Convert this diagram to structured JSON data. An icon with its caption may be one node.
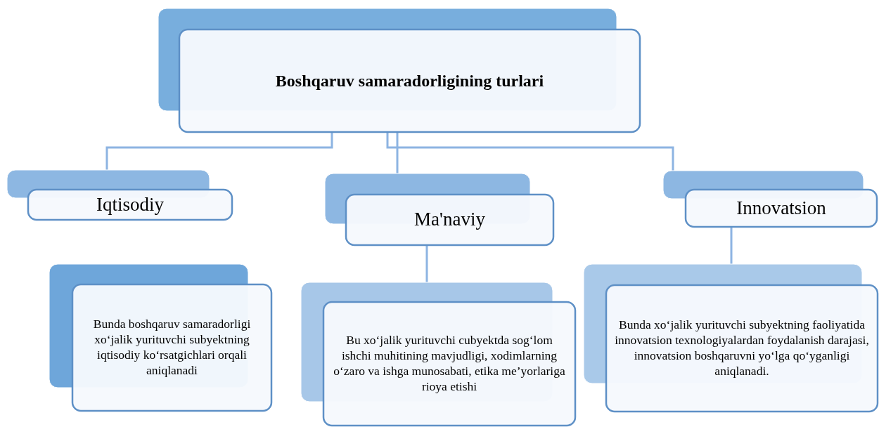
{
  "diagram": {
    "nodes": [
      {
        "text": [
          "Boshqaruv samaradorligining turlari"
        ]
      },
      {
        "text": [
          "Iqtisodiy"
        ]
      },
      {
        "text": [
          "Ma'naviy"
        ]
      },
      {
        "text": [
          "Innovatsion"
        ]
      },
      {
        "text": [
          "Bunda boshqaruv samaradorligi xo‘jalik yurituvchi subyektning iqtisodiy ko‘rsatgichlari orqali aniqlanadi"
        ]
      },
      {
        "text": [
          "Bu xo‘jalik yurituvchi cubyektda sog‘lom ishchi muhitining mavjudligi, xodimlarning o‘zaro va ishga munosabati, etika me’yorlariga rioya etishi"
        ]
      },
      {
        "text": [
          "Bunda xo‘jalik yurituvchi subyektning faoliyatida innovatsion texnologiyalardan foydalanish darajasi, innovatsion boshqaruvni yo‘lga qo‘yganligi aniqlanadi."
        ]
      }
    ],
    "edges": [
      {
        "from": 0,
        "to": 1,
        "arrow": "none"
      },
      {
        "from": 0,
        "to": 2,
        "arrow": "none"
      },
      {
        "from": 0,
        "to": 3,
        "arrow": "none"
      },
      {
        "from": 2,
        "to": 5,
        "arrow": "none"
      },
      {
        "from": 3,
        "to": 6,
        "arrow": "none"
      }
    ]
  }
}
